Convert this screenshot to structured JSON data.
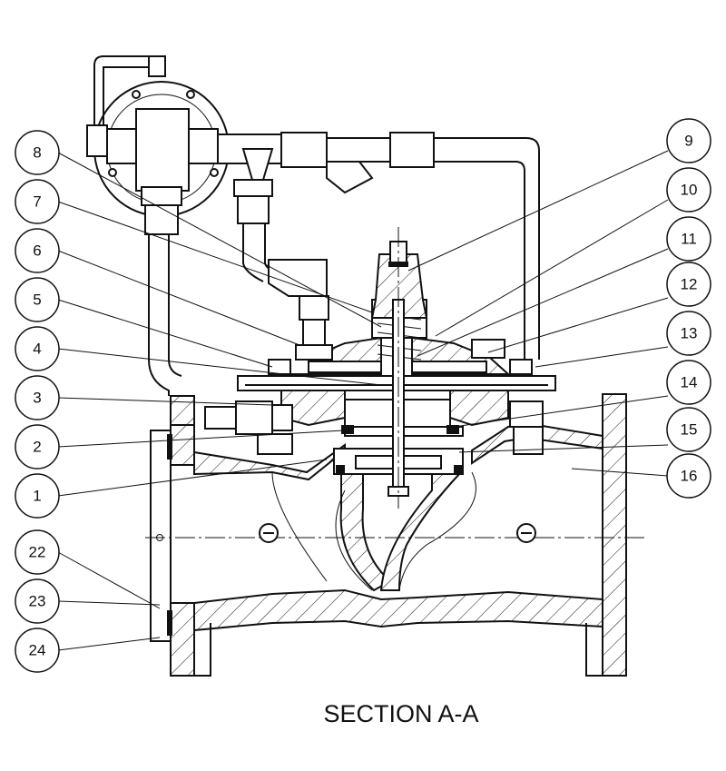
{
  "diagram": {
    "title": "SECTION A-A",
    "callouts": [
      {
        "id": "c1",
        "label": "1"
      },
      {
        "id": "c2",
        "label": "2"
      },
      {
        "id": "c3",
        "label": "3"
      },
      {
        "id": "c4",
        "label": "4"
      },
      {
        "id": "c5",
        "label": "5"
      },
      {
        "id": "c6",
        "label": "6"
      },
      {
        "id": "c7",
        "label": "7"
      },
      {
        "id": "c8",
        "label": "8"
      },
      {
        "id": "c9",
        "label": "9"
      },
      {
        "id": "c10",
        "label": "10"
      },
      {
        "id": "c11",
        "label": "11"
      },
      {
        "id": "c12",
        "label": "12"
      },
      {
        "id": "c13",
        "label": "13"
      },
      {
        "id": "c14",
        "label": "14"
      },
      {
        "id": "c15",
        "label": "15"
      },
      {
        "id": "c16",
        "label": "16"
      },
      {
        "id": "c22",
        "label": "22"
      },
      {
        "id": "c23",
        "label": "23"
      },
      {
        "id": "c24",
        "label": "24"
      }
    ]
  }
}
